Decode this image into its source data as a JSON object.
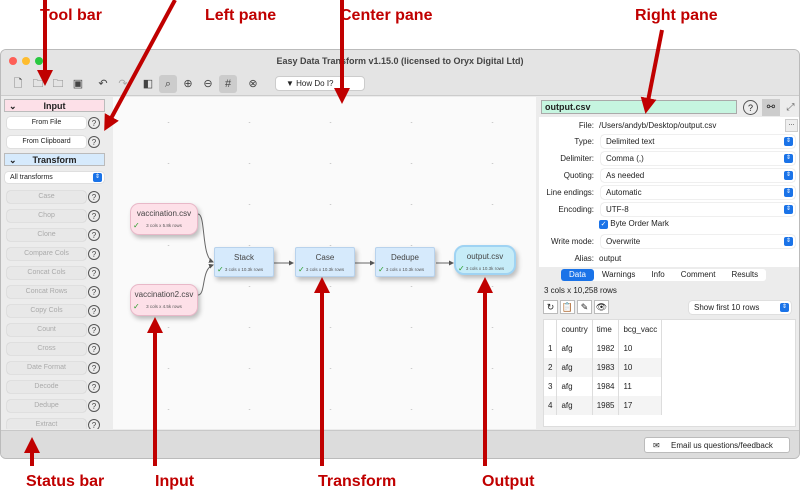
{
  "annotations": {
    "tool_bar": "Tool bar",
    "left_pane": "Left pane",
    "center_pane": "Center pane",
    "right_pane": "Right pane",
    "status_bar": "Status bar",
    "input": "Input",
    "transform": "Transform",
    "output": "Output"
  },
  "window": {
    "title": "Easy Data Transform v1.15.0 (licensed to Oryx Digital Ltd)"
  },
  "toolbar": {
    "icons": [
      "new-file-icon",
      "open-folder-icon",
      "open-recent-icon",
      "save-icon",
      "undo-icon",
      "redo-icon",
      "fit-icon",
      "search-icon",
      "zoom-in-icon",
      "zoom-out-icon",
      "grid-icon",
      "clear-icon"
    ],
    "how_do_i": "How Do I?"
  },
  "left": {
    "input_header": "Input",
    "from_file": "From File",
    "from_clipboard": "From Clipboard",
    "transform_header": "Transform",
    "filter": "All transforms",
    "transforms": [
      "Case",
      "Chop",
      "Clone",
      "Compare Cols",
      "Concat Cols",
      "Concat Rows",
      "Copy Cols",
      "Count",
      "Cross",
      "Date Format",
      "Decode",
      "Dedupe",
      "Extract"
    ],
    "help": "?"
  },
  "canvas": {
    "nodes": [
      {
        "title": "vaccination.csv",
        "info": "3 cols x 5.8k rows"
      },
      {
        "title": "vaccination2.csv",
        "info": "3 cols x 4.5k rows"
      },
      {
        "title": "Stack",
        "info": "3 cols x 10.3k rows"
      },
      {
        "title": "Case",
        "info": "3 cols x 10.3k rows"
      },
      {
        "title": "Dedupe",
        "info": "3 cols x 10.3k rows"
      },
      {
        "title": "output.csv",
        "info": "3 cols x 10.3k rows"
      }
    ],
    "check": "✓"
  },
  "right": {
    "name": "output.csv",
    "file_label": "File:",
    "file": "/Users/andyb/Desktop/output.csv",
    "browse": "...",
    "type_label": "Type:",
    "type": "Delimited text",
    "delimiter_label": "Delimiter:",
    "delimiter": "Comma (,)",
    "quoting_label": "Quoting:",
    "quoting": "As needed",
    "line_endings_label": "Line endings:",
    "line_endings": "Automatic",
    "encoding_label": "Encoding:",
    "encoding": "UTF-8",
    "bom": "Byte Order Mark",
    "bom_checked": true,
    "write_mode_label": "Write mode:",
    "write_mode": "Overwrite",
    "alias_label": "Alias:",
    "alias": "output",
    "tabs": [
      "Data",
      "Warnings",
      "Info",
      "Comment",
      "Results"
    ],
    "summary": "3 cols x 10,258 rows",
    "show_rows": "Show first 10 rows",
    "columns": [
      "country",
      "time",
      "bcg_vacc"
    ],
    "rows": [
      [
        "1",
        "afg",
        "1982",
        "10"
      ],
      [
        "2",
        "afg",
        "1983",
        "10"
      ],
      [
        "3",
        "afg",
        "1984",
        "11"
      ],
      [
        "4",
        "afg",
        "1985",
        "17"
      ]
    ]
  },
  "status": {
    "email": "Email us questions/feedback"
  },
  "colors": {
    "accent": "#1a73e8",
    "input_node": "#fde0e8",
    "transform_node": "#d6eafc",
    "output_node": "#c6ecf8",
    "annotation": "#c00000"
  }
}
